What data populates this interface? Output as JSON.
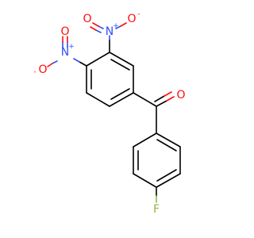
{
  "molecule": {
    "atoms": {
      "o_top": "O",
      "o_top_charge": "-",
      "n_top": "N",
      "n_top_charge": "+",
      "o_upper_left": "O",
      "n_left": "N",
      "n_left_charge": "+",
      "o_left": "O",
      "o_left_charge": "-",
      "o_carbonyl": "O",
      "f": "F"
    },
    "colors": {
      "carbon_bond": "#000000",
      "nitrogen": "#3050f8",
      "oxygen": "#ff0d0d",
      "fluorine": "#8fb54f"
    }
  }
}
